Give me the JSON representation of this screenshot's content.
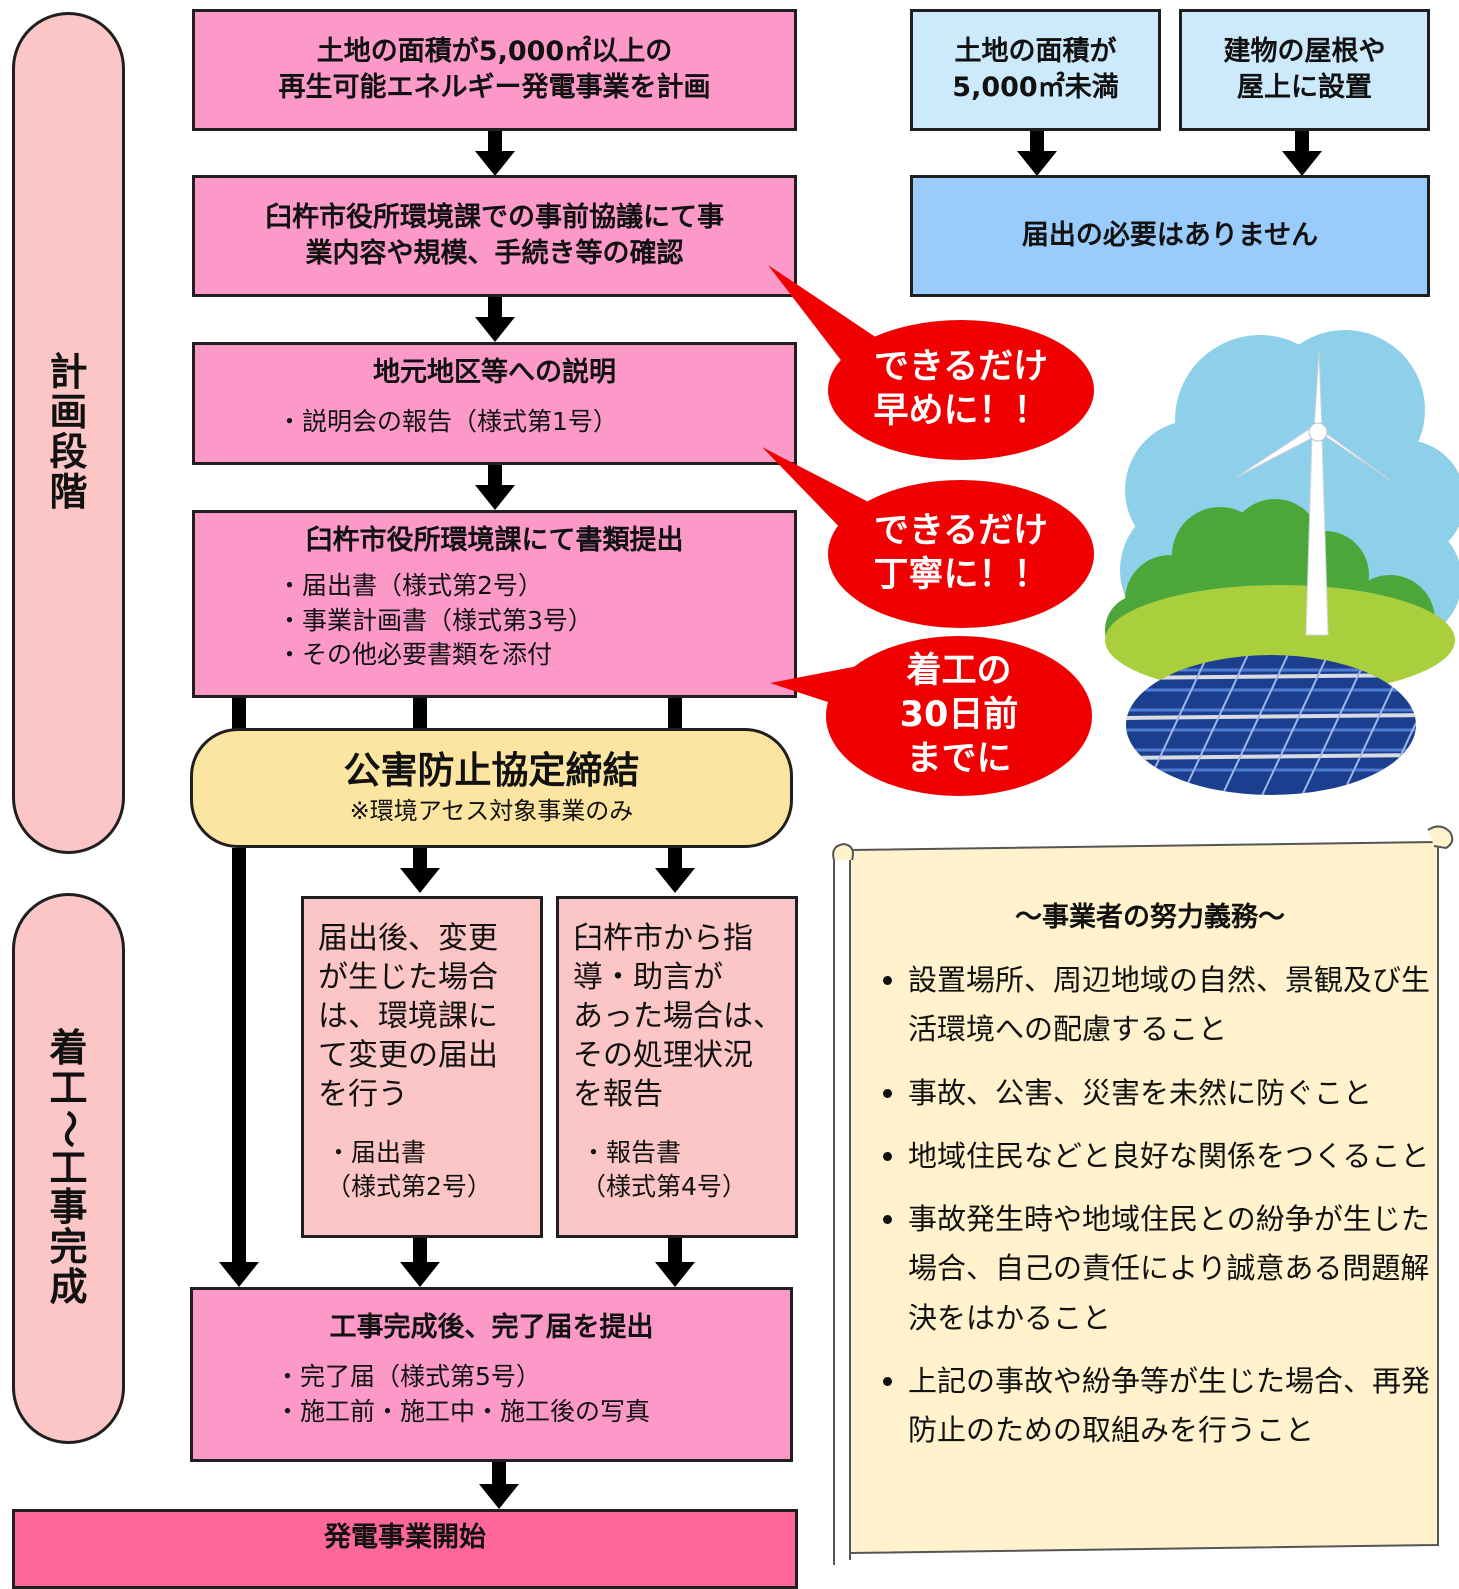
{
  "phases": {
    "planning": [
      "計",
      "画",
      "段",
      "階"
    ],
    "construction": [
      "着",
      "工",
      "～",
      "工",
      "事",
      "完",
      "成"
    ]
  },
  "flow": {
    "step1": {
      "lines": [
        "土地の面積が5,000㎡以上の",
        "再生可能エネルギー発電事業を計画"
      ]
    },
    "step2": {
      "lines": [
        "臼杵市役所環境課での事前協議にて事",
        "業内容や規模、手続き等の確認"
      ]
    },
    "step3": {
      "title": "地元地区等への説明",
      "items": [
        "・説明会の報告（様式第1号）"
      ]
    },
    "step4": {
      "title": "臼杵市役所環境課にて書類提出",
      "items": [
        "・届出書（様式第2号）",
        "・事業計画書（様式第3号）",
        "・その他必要書類を添付"
      ]
    },
    "agreement": {
      "title": "公害防止協定締結",
      "note": "※環境アセス対象事業のみ"
    },
    "change": {
      "lines": [
        "届出後、変更",
        "が生じた場合",
        "は、環境課に",
        "て変更の届出",
        "を行う"
      ],
      "sub": [
        "・届出書",
        "（様式第2号）"
      ]
    },
    "guidance": {
      "lines": [
        "臼杵市から指",
        "導・助言が",
        "あった場合は、",
        "その処理状況",
        "を報告"
      ],
      "sub": [
        "・報告書",
        "（様式第4号）"
      ]
    },
    "completion": {
      "title": "工事完成後、完了届を提出",
      "items": [
        "・完了届（様式第5号）",
        "・施工前・施工中・施工後の写真"
      ]
    },
    "start": {
      "title": "発電事業開始"
    }
  },
  "exempt": {
    "small_land": {
      "lines": [
        "土地の面積が",
        "5,000㎡未満"
      ]
    },
    "rooftop": {
      "lines": [
        "建物の屋根や",
        "屋上に設置"
      ]
    },
    "result": "届出の必要はありません"
  },
  "callouts": [
    {
      "lines": [
        "できるだけ",
        "早めに！！"
      ]
    },
    {
      "lines": [
        "できるだけ",
        "丁寧に！！"
      ]
    },
    {
      "lines": [
        "着工の",
        "30日前",
        "までに"
      ]
    }
  ],
  "duties": {
    "title": "～事業者の努力義務～",
    "items": [
      "設置場所、周辺地域の自然、景観及び生活環境への配慮すること",
      "事故、公害、災害を未然に防ぐこと",
      "地域住民などと良好な関係をつくること",
      "事故発生時や地域住民との紛争が生じた場合、自己の責任により誠意ある問題解決をはかること",
      "上記の事故や紛争等が生じた場合、再発防止のための取組みを行うこと"
    ]
  },
  "colors": {
    "pink": "#fc99c9",
    "pink_light": "#fcc5c6",
    "start_box": "#ff6699",
    "agreement": "#fce5a0",
    "blue_light": "#cceafc",
    "blue": "#99ccfa",
    "callout_red": "#f00000",
    "scroll": "#fff2cc"
  }
}
